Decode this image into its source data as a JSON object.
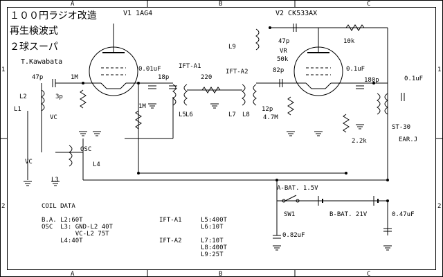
{
  "title_lines": [
    "１００円ラジオ改造",
    "再生検波式",
    "２球スーパ"
  ],
  "author": "T.Kawabata",
  "border": {
    "cols": [
      "A",
      "B",
      "C"
    ],
    "rows": [
      "1",
      "2"
    ]
  },
  "tubes": {
    "v1": "V1 1AG4",
    "v2": "V2 CK533AX"
  },
  "labels": {
    "c47p_left": "47p",
    "r1m": "1M",
    "c001uf": "0.01uF",
    "c18p": "18p",
    "ift_a1": "IFT-A1",
    "r220": "220",
    "ift_a2": "IFT-A2",
    "c82p": "82p",
    "c01uf": "0.1uF",
    "c180p": "180p",
    "c01uf_ear": "0.1uF",
    "l2": "L2",
    "c3p": "3p",
    "l1": "L1",
    "vc_trim": "VC",
    "r1m_b": "1M",
    "l5": "L5",
    "l6": "L6",
    "l7": "L7",
    "l8": "L8",
    "c12p": "12p",
    "r47m": "4.7M",
    "st30": "ST-30",
    "ear": "EAR.J",
    "osc": "OSC",
    "l4": "L4",
    "l3": "L3",
    "vc_main": "VC",
    "r22k": "2.2k",
    "l9": "L9",
    "c47p_top": "47p",
    "vr": "VR",
    "vr_val": "50k",
    "r10k": "10k",
    "abat": "A-BAT.  1.5V",
    "sw1": "SW1",
    "bbat": "B-BAT.  21V",
    "c047": "0.47uF",
    "c082": "0.82uF"
  },
  "coil_data": {
    "heading": "COIL DATA",
    "lines": [
      "B.A. L2:60T",
      "OSC  L3: GND-L2 40T",
      "         VC-L2 75T",
      "     L4:40T"
    ],
    "ift_a1": {
      "name": "IFT-A1",
      "lines": [
        "L5:400T",
        "L6:10T"
      ]
    },
    "ift_a2": {
      "name": "IFT-A2",
      "lines": [
        "L7:10T",
        "L8:400T",
        "L9:25T"
      ]
    }
  }
}
